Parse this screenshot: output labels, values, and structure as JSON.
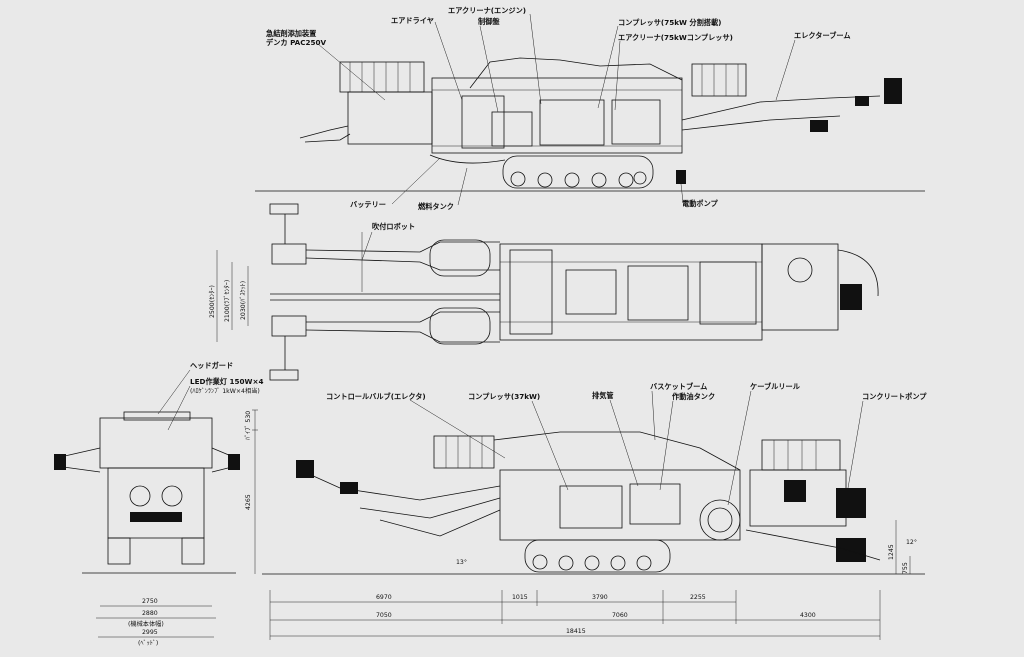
{
  "side_view_top": {
    "labels": {
      "accelerator": "急結剤添加装置\nデンカ PAC250V",
      "air_dryer": "エアドライヤ",
      "control_panel": "制御盤",
      "air_cleaner_engine": "エアクリーナ(エンジン)",
      "compressor": "コンプレッサ(75kW 分割搭載)",
      "air_cleaner_comp": "エアクリーナ(75kWコンプレッサ)",
      "erector_boom": "エレクターブーム",
      "battery": "バッテリー",
      "fuel_tank": "燃料タンク",
      "electric_pump": "電動ポンプ"
    }
  },
  "plan_view": {
    "labels": {
      "robot": "吹付ロボット"
    },
    "dims": {
      "d1": "2500(ｾﾝﾀｰ)",
      "d2": "2100(ﾗﾌﾞｾﾝﾀｰ)",
      "d3": "2030(ﾊﾞｽｹｯﾄ)"
    }
  },
  "front_view": {
    "labels": {
      "head_guard": "ヘッドガード",
      "led": "LED作業灯 150W×4",
      "led_sub": "(ﾊﾛｹﾞﾝﾗﾝﾌﾟ 1kW×4相当)"
    },
    "dims": {
      "w1": "2750",
      "w2": "2880",
      "w3": "(機械本体幅)",
      "w4": "2995",
      "w5": "(ﾍﾞｯﾄﾞ)"
    }
  },
  "side_view_bottom": {
    "labels": {
      "control_valve": "コントロールバルブ(エレクタ)",
      "compressor37": "コンプレッサ(37kW)",
      "exhaust": "排気管",
      "basket_boom": "バスケットブーム",
      "hyd_tank": "作動油タンク",
      "cable_reel": "ケーブルリール",
      "concrete_pump": "コンクリートポンプ"
    },
    "dims": {
      "top_clear": "ﾊﾟｲﾌﾟ 530",
      "height": "4265",
      "angle_left": "13°",
      "angle_right": "12°",
      "h_right1": "1245",
      "h_right2": "755",
      "seg1": "6970",
      "seg2": "1015",
      "seg3": "3790",
      "seg4": "2255",
      "mid1": "7050",
      "mid2": "7060",
      "mid3": "4300",
      "total": "18415"
    }
  }
}
